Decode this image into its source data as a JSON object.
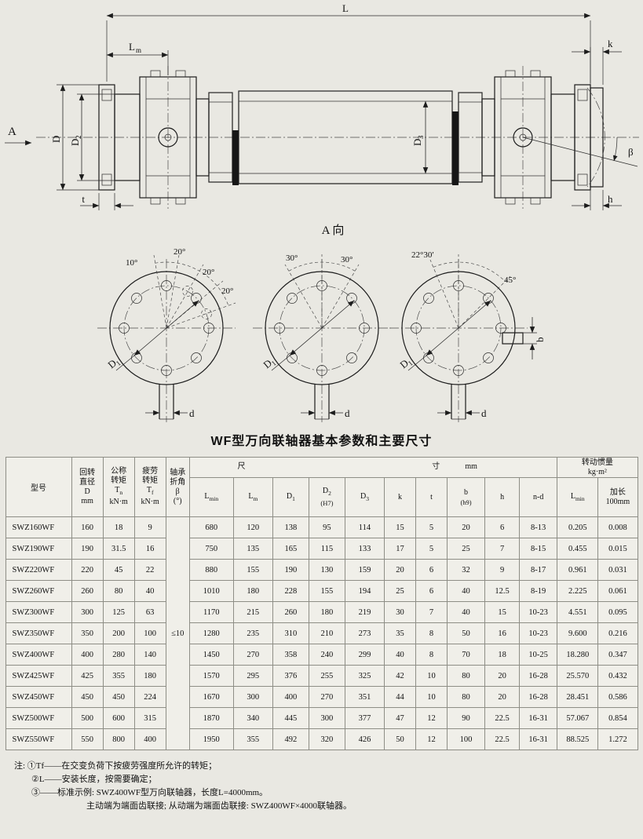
{
  "title": "WF型万向联轴器基本参数和主要尺寸",
  "drawing": {
    "dim_L": "L",
    "dim_Lm_main": "L",
    "dim_Lm_sub": "m",
    "dim_k": "k",
    "dim_D": "D",
    "dim_D2_main": "D",
    "dim_D2_sub": "2",
    "dim_D3_main": "D",
    "dim_D3_sub": "3",
    "dim_t": "t",
    "dim_h": "h",
    "dim_beta": "β",
    "view_arrow_label": "A",
    "view_label": "A 向"
  },
  "flanges": {
    "d1_main": "D",
    "d1_sub": "1",
    "dim_d": "d",
    "dim_b": "b",
    "view1_angles": [
      "10°",
      "20°",
      "20°",
      "20°"
    ],
    "view2_angles": [
      "30°",
      "30°"
    ],
    "view3_angles": [
      "22°30′",
      "45°"
    ]
  },
  "table": {
    "headers": {
      "model": "型号",
      "d_title_1": "回转",
      "d_title_2": "直径",
      "d_sym": "D",
      "d_unit": "mm",
      "tn_title_1": "公称",
      "tn_title_2": "转矩",
      "tn_sym_main": "T",
      "tn_sym_sub": "n",
      "tn_unit": "kN·m",
      "tf_title_1": "疲劳",
      "tf_title_2": "转矩",
      "tf_sym_main": "T",
      "tf_sym_sub": "f",
      "tf_unit": "kN·m",
      "beta_title_1": "轴承",
      "beta_title_2": "折角",
      "beta_sym": "β",
      "beta_unit": "(°)",
      "size_label_1": "尺",
      "size_label_2": "寸",
      "size_unit": "mm",
      "inertia_title": "转动惯量",
      "inertia_unit": "kg·m²",
      "col_lmin_main": "L",
      "col_lmin_sub": "min",
      "col_lm_main": "L",
      "col_lm_sub": "m",
      "col_d1_main": "D",
      "col_d1_sub": "1",
      "col_d2_main": "D",
      "col_d2_sub": "2",
      "col_d2_tol": "(H7)",
      "col_d3_main": "D",
      "col_d3_sub": "3",
      "col_k": "k",
      "col_t": "t",
      "col_b": "b",
      "col_b_tol": "(h9)",
      "col_h": "h",
      "col_nd": "n-d",
      "col_j_lmin_main": "L",
      "col_j_lmin_sub": "min",
      "col_j_ext_1": "加长",
      "col_j_ext_2": "100mm"
    },
    "beta_value": "≤10",
    "rows": [
      [
        "SWZ160WF",
        "160",
        "18",
        "9",
        "680",
        "120",
        "138",
        "95",
        "114",
        "15",
        "5",
        "20",
        "6",
        "8-13",
        "0.205",
        "0.008"
      ],
      [
        "SWZ190WF",
        "190",
        "31.5",
        "16",
        "750",
        "135",
        "165",
        "115",
        "133",
        "17",
        "5",
        "25",
        "7",
        "8-15",
        "0.455",
        "0.015"
      ],
      [
        "SWZ220WF",
        "220",
        "45",
        "22",
        "880",
        "155",
        "190",
        "130",
        "159",
        "20",
        "6",
        "32",
        "9",
        "8-17",
        "0.961",
        "0.031"
      ],
      [
        "SWZ260WF",
        "260",
        "80",
        "40",
        "1010",
        "180",
        "228",
        "155",
        "194",
        "25",
        "6",
        "40",
        "12.5",
        "8-19",
        "2.225",
        "0.061"
      ],
      [
        "SWZ300WF",
        "300",
        "125",
        "63",
        "1170",
        "215",
        "260",
        "180",
        "219",
        "30",
        "7",
        "40",
        "15",
        "10-23",
        "4.551",
        "0.095"
      ],
      [
        "SWZ350WF",
        "350",
        "200",
        "100",
        "1280",
        "235",
        "310",
        "210",
        "273",
        "35",
        "8",
        "50",
        "16",
        "10-23",
        "9.600",
        "0.216"
      ],
      [
        "SWZ400WF",
        "400",
        "280",
        "140",
        "1450",
        "270",
        "358",
        "240",
        "299",
        "40",
        "8",
        "70",
        "18",
        "10-25",
        "18.280",
        "0.347"
      ],
      [
        "SWZ425WF",
        "425",
        "355",
        "180",
        "1570",
        "295",
        "376",
        "255",
        "325",
        "42",
        "10",
        "80",
        "20",
        "16-28",
        "25.570",
        "0.432"
      ],
      [
        "SWZ450WF",
        "450",
        "450",
        "224",
        "1670",
        "300",
        "400",
        "270",
        "351",
        "44",
        "10",
        "80",
        "20",
        "16-28",
        "28.451",
        "0.586"
      ],
      [
        "SWZ500WF",
        "500",
        "600",
        "315",
        "1870",
        "340",
        "445",
        "300",
        "377",
        "47",
        "12",
        "90",
        "22.5",
        "16-31",
        "57.067",
        "0.854"
      ],
      [
        "SWZ550WF",
        "550",
        "800",
        "400",
        "1950",
        "355",
        "492",
        "320",
        "426",
        "50",
        "12",
        "100",
        "22.5",
        "16-31",
        "88.525",
        "1.272"
      ]
    ]
  },
  "notes": [
    "注: ①Tf——在交变负荷下按疲劳强度所允许的转矩；",
    "②L——安装长度，按需要确定；",
    "③——标准示例: SWZ400WF型万向联轴器，长度L=4000mm。",
    "主动端为端面齿联接; 从动端为端面齿联接: SWZ400WF×4000联轴器。"
  ]
}
